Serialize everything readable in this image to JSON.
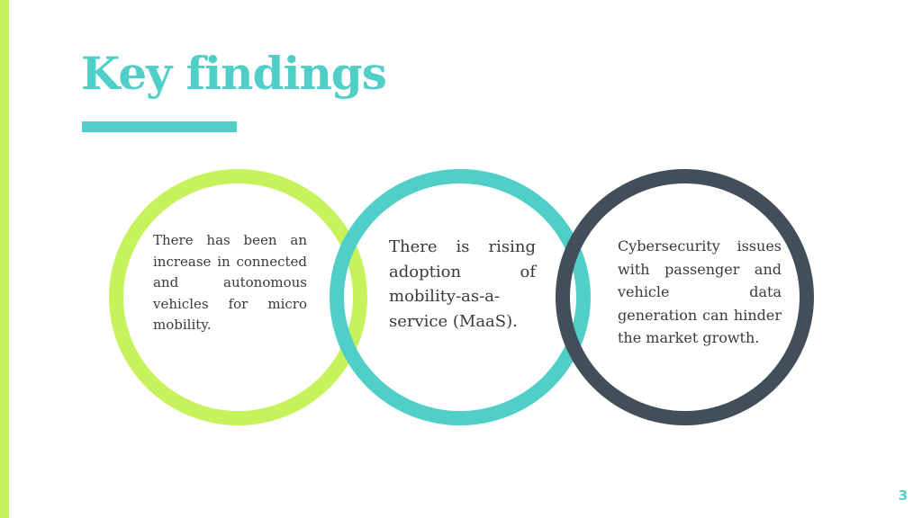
{
  "slide": {
    "title": "Key findings",
    "page_number": "3"
  },
  "findings": [
    {
      "text": "There has been an increase in connected and autonomous vehicles for micro mobility.",
      "ring_color": "#c6f25c"
    },
    {
      "text": "There is rising adoption of mobility-as-a-service (MaaS).",
      "ring_color": "#4fcfc7"
    },
    {
      "text": "Cybersecurity issues with passenger and vehicle data generation can hinder the market growth.",
      "ring_color": "#424e5a"
    }
  ],
  "colors": {
    "accent_lime": "#c6f25c",
    "accent_teal": "#4fcfc7",
    "dark_slate": "#424e5a",
    "title_color": "#4fcfc7",
    "page_number_color": "#4fcfc7"
  }
}
